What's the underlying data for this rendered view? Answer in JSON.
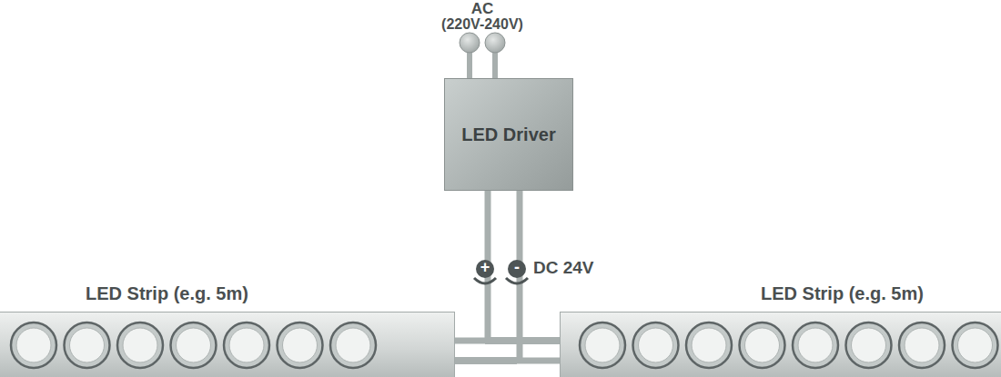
{
  "diagram": {
    "nodes": [
      {
        "text": [
          "LED Driver"
        ]
      },
      {
        "text": [
          "LED Strip (e.g. 5m)"
        ]
      },
      {
        "text": [
          "LED Strip (e.g. 5m)"
        ]
      }
    ],
    "edges": [
      {
        "from": 0,
        "to": 1,
        "arrow": "none"
      },
      {
        "from": 0,
        "to": 2,
        "arrow": "none"
      }
    ],
    "labels": [
      "AC",
      "(220V-240V)",
      "+",
      "-",
      "DC 24V"
    ]
  }
}
